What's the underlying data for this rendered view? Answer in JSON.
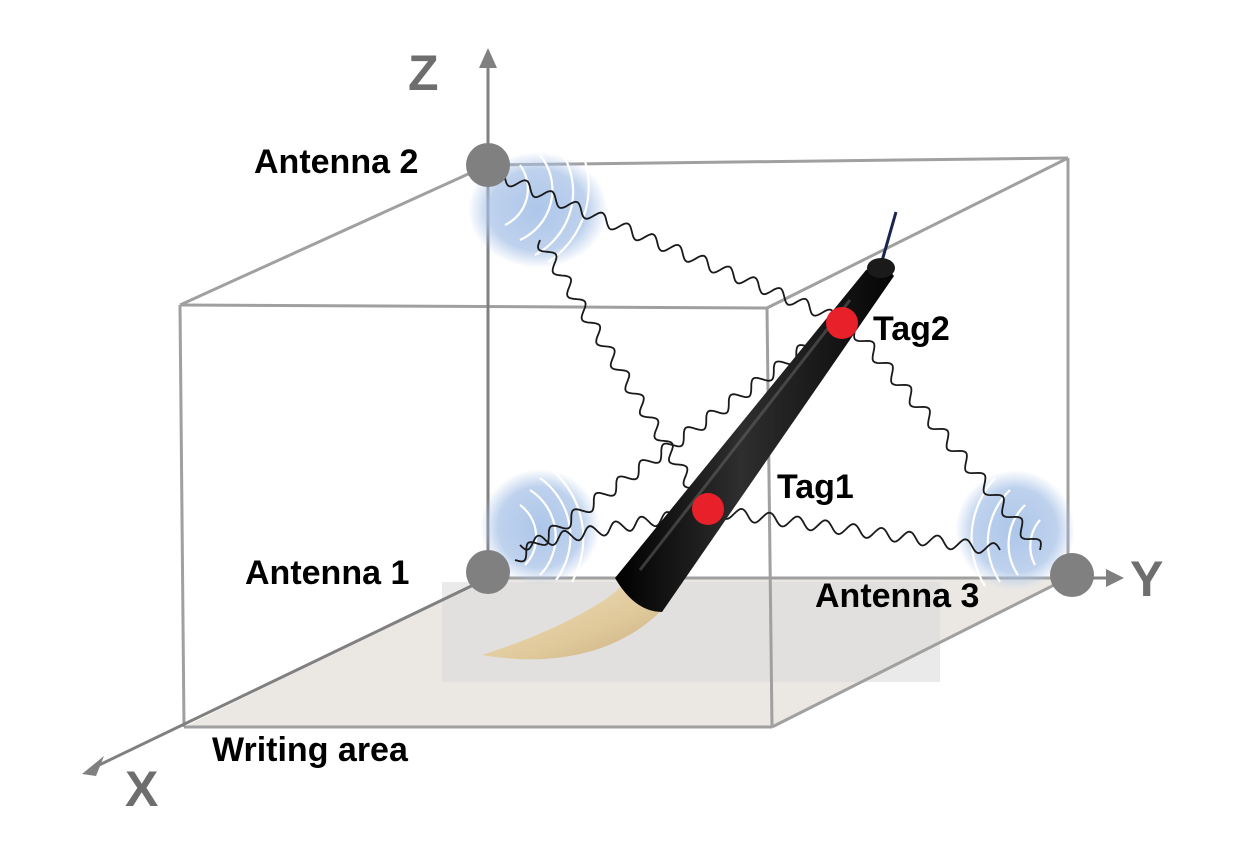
{
  "axes": {
    "x": "X",
    "y": "Y",
    "z": "Z"
  },
  "antennas": [
    {
      "label": "Antenna 1"
    },
    {
      "label": "Antenna 2"
    },
    {
      "label": "Antenna 3"
    }
  ],
  "tags": [
    {
      "label": "Tag1"
    },
    {
      "label": "Tag2"
    }
  ],
  "writing_area": {
    "label": "Writing area"
  },
  "colors": {
    "tag": "#e8202a",
    "antenna": "#808080",
    "signal_glow": "#a9c3e8",
    "box_edge": "#a0a0a0",
    "axis_label": "#6e6e6e",
    "writing_area": "#ebe8e4"
  },
  "icons": {
    "object": "calligraphy-brush-icon",
    "signal": "wireless-signal-icon"
  }
}
